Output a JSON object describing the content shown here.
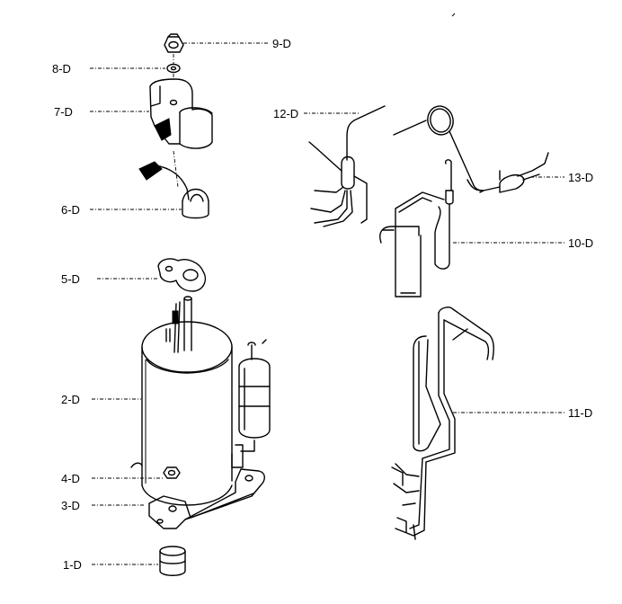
{
  "labels": {
    "p9": "9-D",
    "p8": "8-D",
    "p7": "7-D",
    "p6": "6-D",
    "p5": "5-D",
    "p2": "2-D",
    "p4": "4-D",
    "p3": "3-D",
    "p1": "1-D",
    "p12": "12-D",
    "p13": "13-D",
    "p10": "10-D",
    "p11": "11-D"
  }
}
